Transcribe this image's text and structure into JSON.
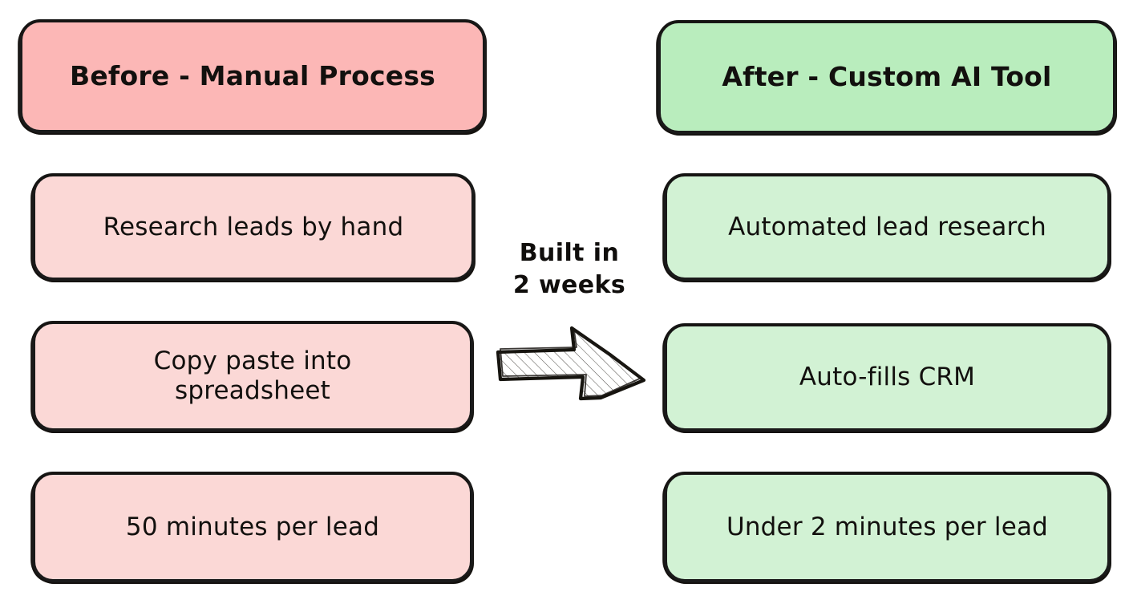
{
  "diagram": {
    "title": "Before and After comparison",
    "background_color": "#ffffff",
    "stroke_color": "#1a1a1a",
    "columns": [
      {
        "id": "before",
        "accent_header_color": "#fcb7b6",
        "accent_body_color": "#fbd8d6",
        "header": "Before - Manual Process",
        "steps": [
          "Research leads by hand",
          "Copy paste into\nspreadsheet",
          "50 minutes per lead"
        ]
      },
      {
        "id": "after",
        "accent_header_color": "#b9edbd",
        "accent_body_color": "#d2f2d4",
        "header": "After - Custom AI Tool",
        "steps": [
          "Automated lead research",
          "Auto-fills CRM",
          "Under 2 minutes per lead"
        ]
      }
    ],
    "connector": {
      "icon": "right-arrow-icon",
      "label_line_1": "Built in",
      "label_line_2": "2 weeks"
    }
  }
}
